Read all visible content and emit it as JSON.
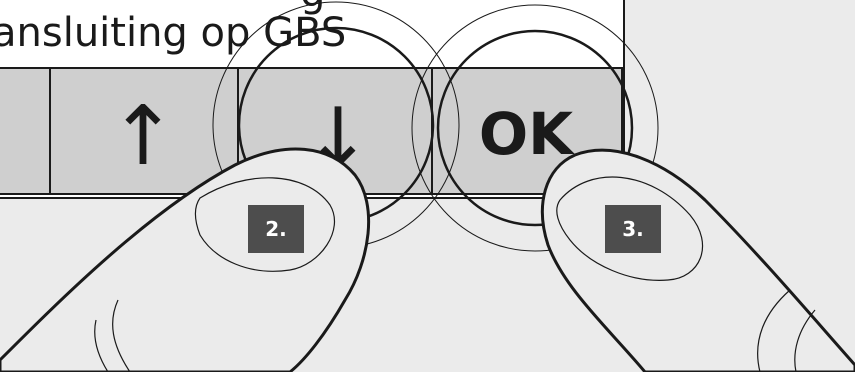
{
  "display": {
    "top_partial_text": "g",
    "line_text": "ansluiting op GBS"
  },
  "keypad": {
    "up_key_label": "↑",
    "down_key_label": "↓",
    "ok_key_label": "OK"
  },
  "steps": {
    "step_2_label": "2.",
    "step_3_label": "3."
  },
  "colors": {
    "background": "#ebebeb",
    "panel": "#ffffff",
    "key": "#cfcfcf",
    "badge": "#4d4d4d",
    "ink": "#1a1a1a"
  }
}
